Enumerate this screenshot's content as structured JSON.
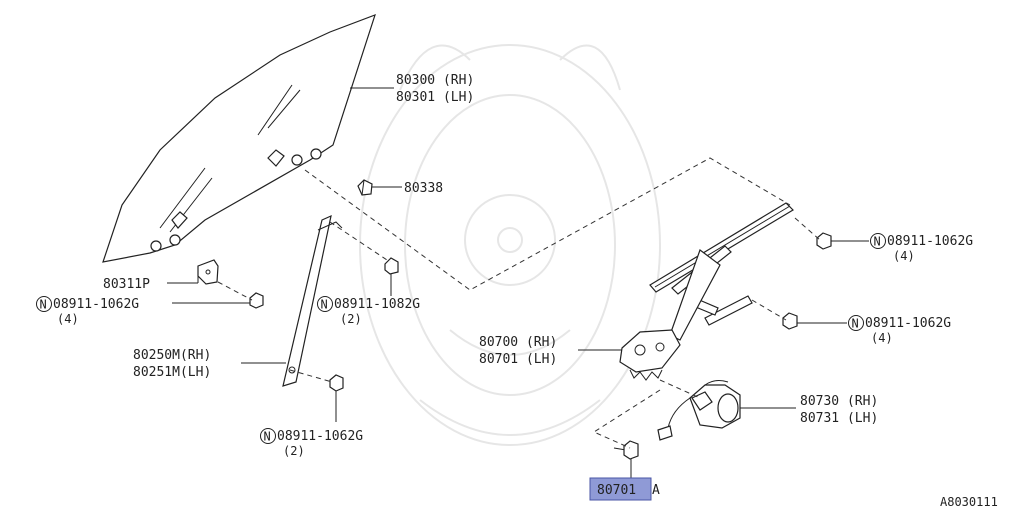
{
  "labels": {
    "glass_rh": "80300 (RH)",
    "glass_lh": "80301 (LH)",
    "clip": "80338",
    "bracket": "80311P",
    "nut_left_part": "08911-1062G",
    "nut_left_qty": "(4)",
    "guide_rh": "80250M(RH)",
    "guide_lh": "80251M(LH)",
    "nut_guide_part": "08911-1082G",
    "nut_guide_qty": "(2)",
    "nut_bottom_part": "08911-1062G",
    "nut_bottom_qty": "(2)",
    "nut_rail_top_part": "08911-1062G",
    "nut_rail_top_qty": "(4)",
    "nut_rail_mid_part": "08911-1062G",
    "nut_rail_mid_qty": "(4)",
    "regulator_rh": "80700 (RH)",
    "regulator_lh": "80701 (LH)",
    "motor_rh": "80730 (RH)",
    "motor_lh": "80731 (LH)",
    "bolt_highlight": "80701",
    "bolt_suffix": "A",
    "figure_id": "A8030111"
  },
  "nut_symbol": "N",
  "colors": {
    "highlight": "#8f9ad6",
    "line": "#222222"
  }
}
